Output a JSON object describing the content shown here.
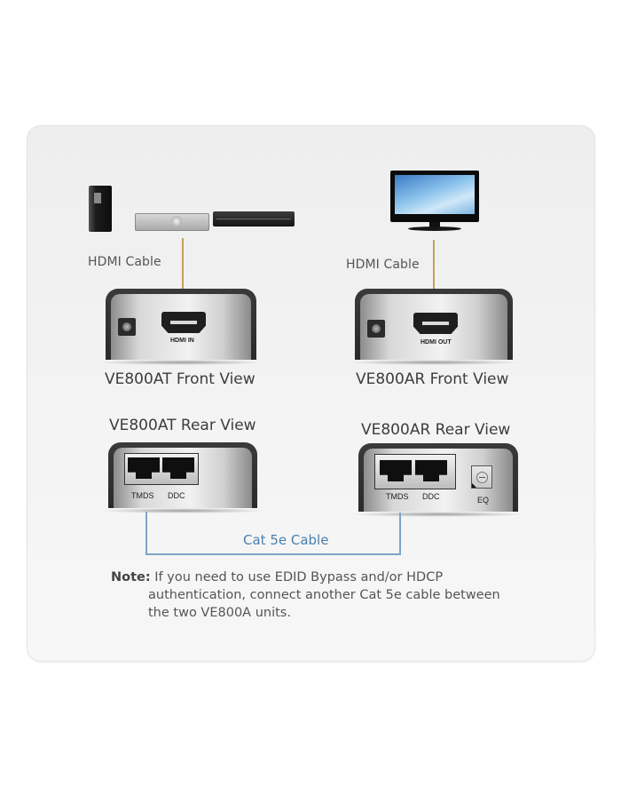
{
  "diagram": {
    "left_side": {
      "cable_label": "HDMI Cable",
      "sources": [
        "pc-tower-icon",
        "av-receiver-icon",
        "dvd-player-icon"
      ],
      "front_view_title": "VE800AT Front View",
      "front_port_label": "HDMI IN",
      "rear_view_title": "VE800AT Rear View",
      "rear_ports": [
        "TMDS",
        "DDC"
      ]
    },
    "right_side": {
      "cable_label": "HDMI Cable",
      "display": "lcd-tv-icon",
      "front_view_title": "VE800AR Front View",
      "front_port_label": "HDMI OUT",
      "rear_view_title": "VE800AR Rear View",
      "rear_ports": [
        "TMDS",
        "DDC"
      ],
      "eq_label": "EQ"
    },
    "link_cable_label": "Cat 5e Cable",
    "note": {
      "prefix": "Note:",
      "line1": "If you need to use EDID Bypass and/or HDCP",
      "line2": "authentication, connect another Cat 5e cable between",
      "line3": "the two VE800A units."
    },
    "colors": {
      "hdmi_cable": "#c2a35a",
      "cat5e_cable": "#7fa3c6",
      "cat5e_label": "#4a7fb0"
    }
  }
}
